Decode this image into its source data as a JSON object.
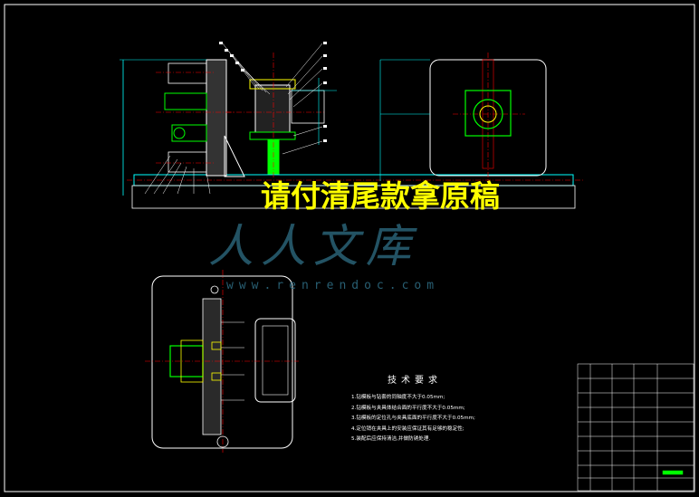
{
  "watermark": {
    "text": "请付清尾款拿原稿",
    "logo_text": "人人文库",
    "logo_url": "www.renrendoc.com",
    "color": "#ffff00",
    "logo_color": "#2f6f86"
  },
  "technical_notes": {
    "title": "技术要求",
    "items": [
      "1.钻模板与钻套的同轴度不大于0.05mm;",
      "2.钻模板与夹具体结合面的平行度不大于0.05mm;",
      "3.钻模板的定位孔与夹具底面的平行度不大于0.05mm;",
      "4.定位销在夹具上的安装应保证其有足够的稳定性;",
      "5.装配后应保持清洁,并做防锈处理."
    ]
  },
  "colors": {
    "background": "#000000",
    "outline": "#ffffff",
    "centerline": "#ff0000",
    "dimension": "#00ffff",
    "part": "#00ff00",
    "leader": "#ffff00",
    "accent": "#ff00ff"
  }
}
